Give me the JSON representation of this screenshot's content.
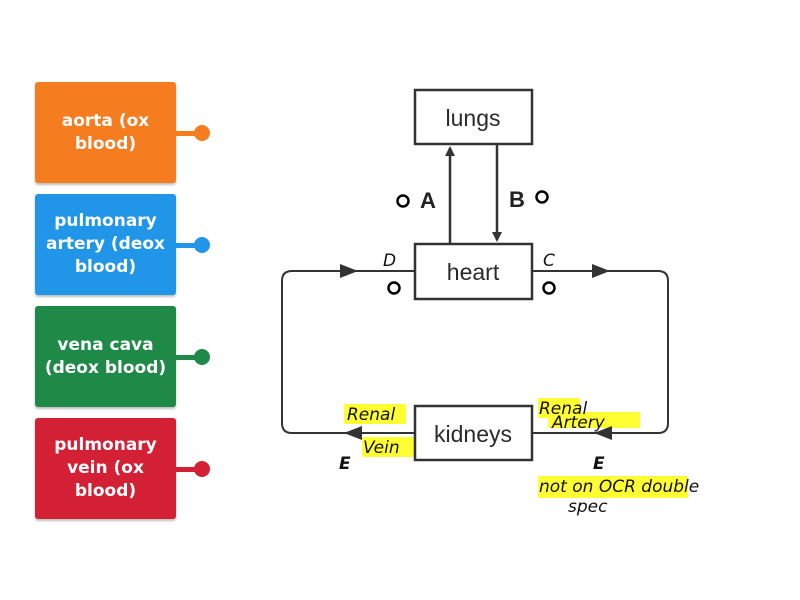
{
  "cards": [
    {
      "label": "aorta (ox blood)",
      "color": "#f57c1f"
    },
    {
      "label": "pulmonary artery (deox blood)",
      "color": "#2196e9"
    },
    {
      "label": "vena cava (deox blood)",
      "color": "#1f8a47"
    },
    {
      "label": "pulmonary vein (ox blood)",
      "color": "#d42035"
    }
  ],
  "diagram": {
    "boxes": {
      "lungs": "lungs",
      "heart": "heart",
      "kidneys": "kidneys"
    },
    "letters": {
      "A": "A",
      "B": "B",
      "C": "C",
      "D": "D"
    },
    "annotations": {
      "renal_vein_1": "Renal",
      "renal_vein_2": "Vein",
      "renal_artery_1": "Renal",
      "renal_artery_2": "Artery",
      "e_left": "E",
      "e_right": "E",
      "note_line1": "not on OCR double",
      "note_line2": "spec"
    },
    "highlight_color": "#ffff33"
  }
}
